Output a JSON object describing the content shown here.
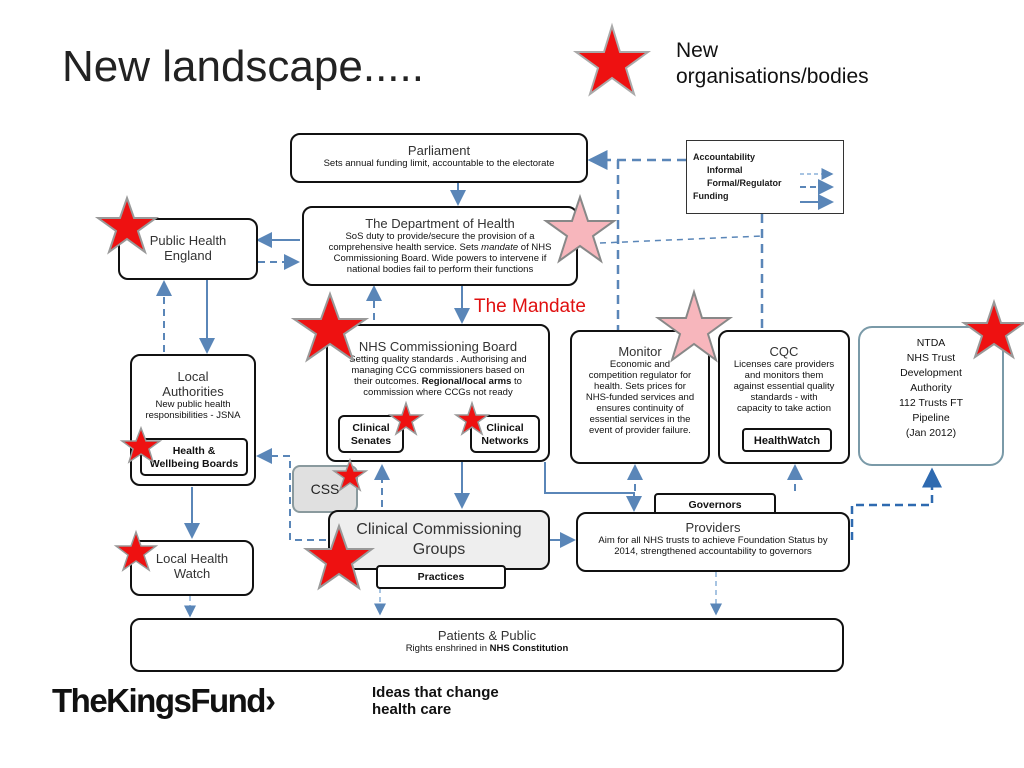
{
  "title": "New landscape.....",
  "legend_star": {
    "label_line1": "New",
    "label_line2": "organisations/bodies"
  },
  "mandate_label": "The Mandate",
  "accountability_legend": {
    "title": "Accountability",
    "informal": "Informal",
    "formal": "Formal/Regulator",
    "funding": "Funding"
  },
  "boxes": {
    "parliament": {
      "title": "Parliament",
      "desc": "Sets annual funding limit, accountable to the electorate"
    },
    "doh": {
      "title": "The Department  of Health",
      "desc1": "SoS duty to provide/secure the provision of a",
      "desc2": "comprehensive health service.  Sets ",
      "desc2_em": "mandate",
      "desc2_end": " of NHS",
      "desc3": "Commissioning Board. Wide powers  to intervene if",
      "desc4": "national bodies fail to perform their functions"
    },
    "phe": {
      "line1": "Public Health",
      "line2": "England"
    },
    "nhscb": {
      "title": "NHS Commissioning  Board",
      "desc1": "Setting quality standards . Authorising  and",
      "desc2": "managing CCG commissioners based on",
      "desc3": "their outcomes. ",
      "desc3_b": "Regional/local  arms",
      "desc3_end": " to",
      "desc4": "commission where CCGs not ready",
      "senates_1": "Clinical",
      "senates_2": "Senates",
      "networks_1": "Clinical",
      "networks_2": "Networks"
    },
    "monitor": {
      "title": "Monitor",
      "desc": [
        "Economic  and",
        "competition regulator for",
        "health. Sets prices for",
        "NHS-funded services and",
        "ensures continuity of",
        "essential services in the",
        "event of provider failure."
      ]
    },
    "cqc": {
      "title": "CQC",
      "desc": [
        "Licenses care providers",
        "and monitors them",
        "against essential quality",
        "standards - with",
        "capacity to take action"
      ],
      "healthwatch": "HealthWatch"
    },
    "ntda": {
      "lines": [
        "NTDA",
        "NHS Trust",
        "Development",
        "Authority",
        "112 Trusts FT",
        "Pipeline",
        "(Jan 2012)"
      ]
    },
    "local_authorities": {
      "line1": "Local",
      "line2": "Authorities",
      "desc1": "New public health",
      "desc2": "responsibilities - JSNA",
      "hwb1": "Health &",
      "hwb2": "Wellbeing Boards"
    },
    "css": "CSS",
    "ccg": {
      "line1": "Clinical Commissioning",
      "line2": "Groups",
      "practices": "Practices"
    },
    "providers": {
      "governors": "Governors",
      "title": "Providers",
      "desc1": "Aim for all NHS trusts to achieve Foundation Status by",
      "desc2": "2014, strengthened accountability to governors"
    },
    "local_healthwatch": {
      "line1": "Local Health",
      "line2": "Watch"
    },
    "patients": {
      "title": "Patients & Public",
      "desc": "Rights enshrined in ",
      "desc_b": "NHS Constitution"
    }
  },
  "footer": {
    "logo": "TheKingsFund›",
    "tag1": "Ideas that change",
    "tag2": "health care"
  },
  "colors": {
    "star_red": "#ee1111",
    "star_pink": "#f7b6bc",
    "arrow_blue": "#5a86b8",
    "mandate_red": "#e01010"
  }
}
